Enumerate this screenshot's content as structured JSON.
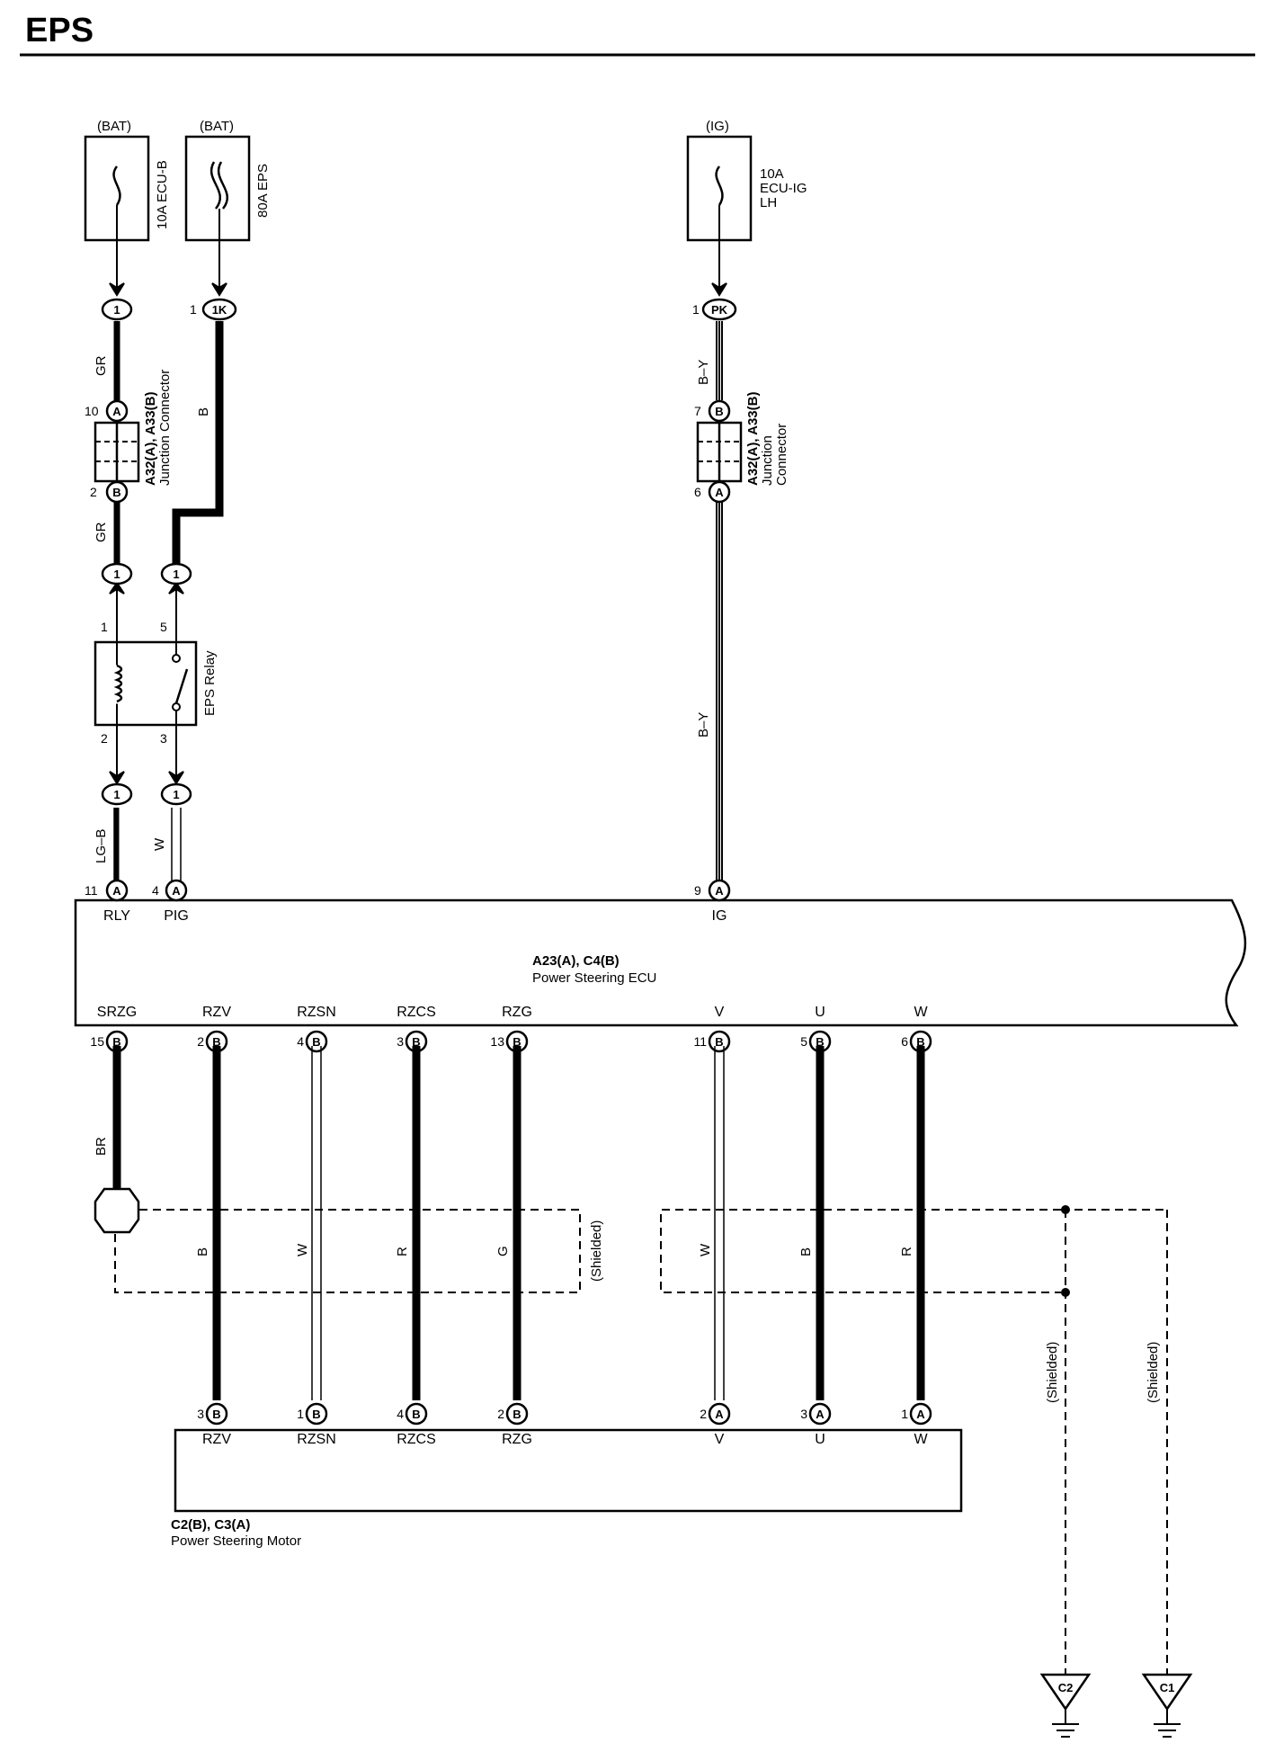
{
  "title": "EPS",
  "sources": {
    "bat1": {
      "label": "(BAT)",
      "fuse": "10A ECU-B"
    },
    "bat2": {
      "label": "(BAT)",
      "fuse": "80A EPS"
    },
    "ig": {
      "label": "(IG)",
      "fuse_l1": "10A",
      "fuse_l2": "ECU-IG",
      "fuse_l3": "LH"
    }
  },
  "connectors": {
    "c1": "1",
    "c1k": "1K",
    "cpk": "PK",
    "cb2": "1",
    "cb3": "1",
    "cb4": "1",
    "cb5": "1",
    "pin1": "1",
    "pin1b": "1"
  },
  "junction_left": {
    "top_pin": "10",
    "top_tag": "A",
    "bot_pin": "2",
    "bot_tag": "B",
    "name1": "A32(A), A33(B)",
    "name2": "Junction Connector"
  },
  "junction_right": {
    "top_pin": "7",
    "top_tag": "B",
    "bot_pin": "6",
    "bot_tag": "A",
    "name1": "A32(A), A33(B)",
    "name2": "Junction",
    "name3": "Connector"
  },
  "relay": {
    "name": "EPS Relay",
    "p1": "1",
    "p5": "5",
    "p2": "2",
    "p3": "3"
  },
  "wires": {
    "gr1": "GR",
    "gr2": "GR",
    "b1": "B",
    "by1": "B–Y",
    "by2": "B–Y",
    "lgb": "LG–B",
    "w1": "W",
    "br": "BR",
    "m_b1": "B",
    "m_w1": "W",
    "m_r1": "R",
    "m_g": "G",
    "m_w2": "W",
    "m_b2": "B",
    "m_r2": "R",
    "shielded1": "(Shielded)",
    "shielded2": "(Shielded)",
    "shielded3": "(Shielded)"
  },
  "ecu": {
    "name1": "A23(A), C4(B)",
    "name2": "Power Steering ECU",
    "top_pins": [
      {
        "num": "11",
        "tag": "A",
        "sig": "RLY"
      },
      {
        "num": "4",
        "tag": "A",
        "sig": "PIG"
      },
      {
        "num": "9",
        "tag": "A",
        "sig": "IG"
      }
    ],
    "bottom_pins": [
      {
        "num": "15",
        "tag": "B",
        "sig": "SRZG"
      },
      {
        "num": "2",
        "tag": "B",
        "sig": "RZV"
      },
      {
        "num": "4",
        "tag": "B",
        "sig": "RZSN"
      },
      {
        "num": "3",
        "tag": "B",
        "sig": "RZCS"
      },
      {
        "num": "13",
        "tag": "B",
        "sig": "RZG"
      },
      {
        "num": "11",
        "tag": "B",
        "sig": "V"
      },
      {
        "num": "5",
        "tag": "B",
        "sig": "U"
      },
      {
        "num": "6",
        "tag": "B",
        "sig": "W"
      }
    ]
  },
  "motor": {
    "name1": "C2(B), C3(A)",
    "name2": "Power Steering Motor",
    "pins": [
      {
        "num": "3",
        "tag": "B",
        "sig": "RZV"
      },
      {
        "num": "1",
        "tag": "B",
        "sig": "RZSN"
      },
      {
        "num": "4",
        "tag": "B",
        "sig": "RZCS"
      },
      {
        "num": "2",
        "tag": "B",
        "sig": "RZG"
      },
      {
        "num": "2",
        "tag": "A",
        "sig": "V"
      },
      {
        "num": "3",
        "tag": "A",
        "sig": "U"
      },
      {
        "num": "1",
        "tag": "A",
        "sig": "W"
      }
    ]
  },
  "grounds": {
    "c2": "C2",
    "c1": "C1"
  }
}
